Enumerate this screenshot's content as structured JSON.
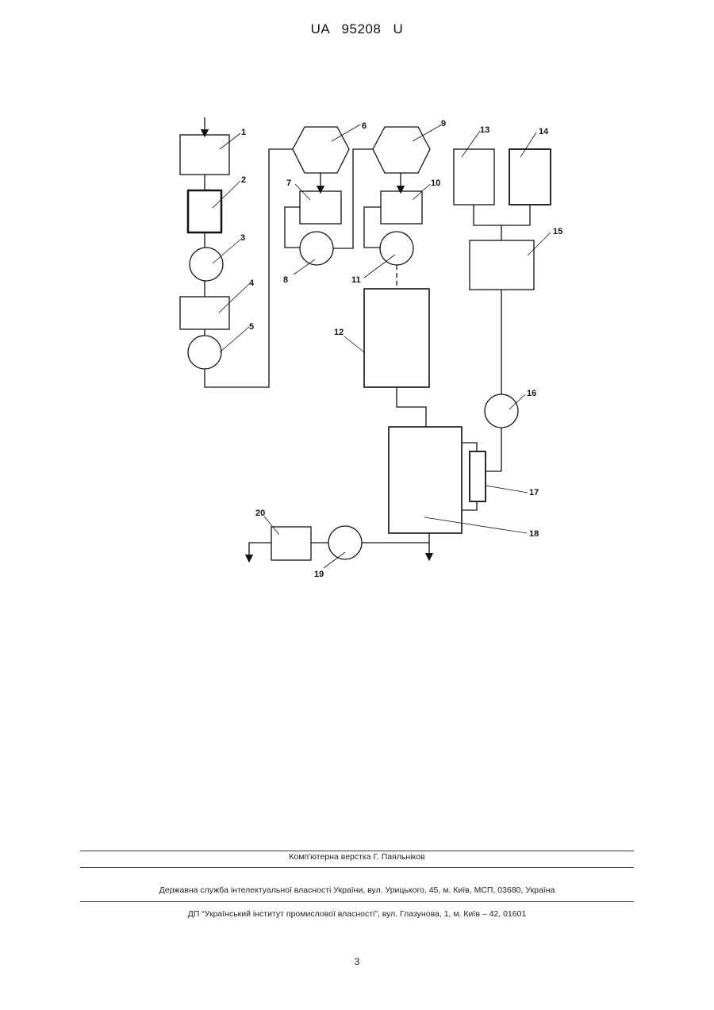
{
  "header": {
    "patent_number": "UA   95208   U"
  },
  "figure": {
    "labels": {
      "n1": "1",
      "n2": "2",
      "n3": "3",
      "n4": "4",
      "n5": "5",
      "n6": "6",
      "n7": "7",
      "n8": "8",
      "n9": "9",
      "n10": "10",
      "n11": "11",
      "n12": "12",
      "n13": "13",
      "n14": "14",
      "n15": "15",
      "n16": "16",
      "n17": "17",
      "n18": "18",
      "n19": "19",
      "n20": "20"
    }
  },
  "footer": {
    "layout_credit": "Комп'ютерна верстка Г. Паяльніков",
    "office": "Державна служба інтелектуальної власності України, вул. Урицького, 45, м. Київ, МСП, 03680, Україна",
    "institute": "ДП “Український інститут промислової власності”, вул. Глазунова, 1, м. Київ – 42, 01601"
  },
  "page_number": "3"
}
